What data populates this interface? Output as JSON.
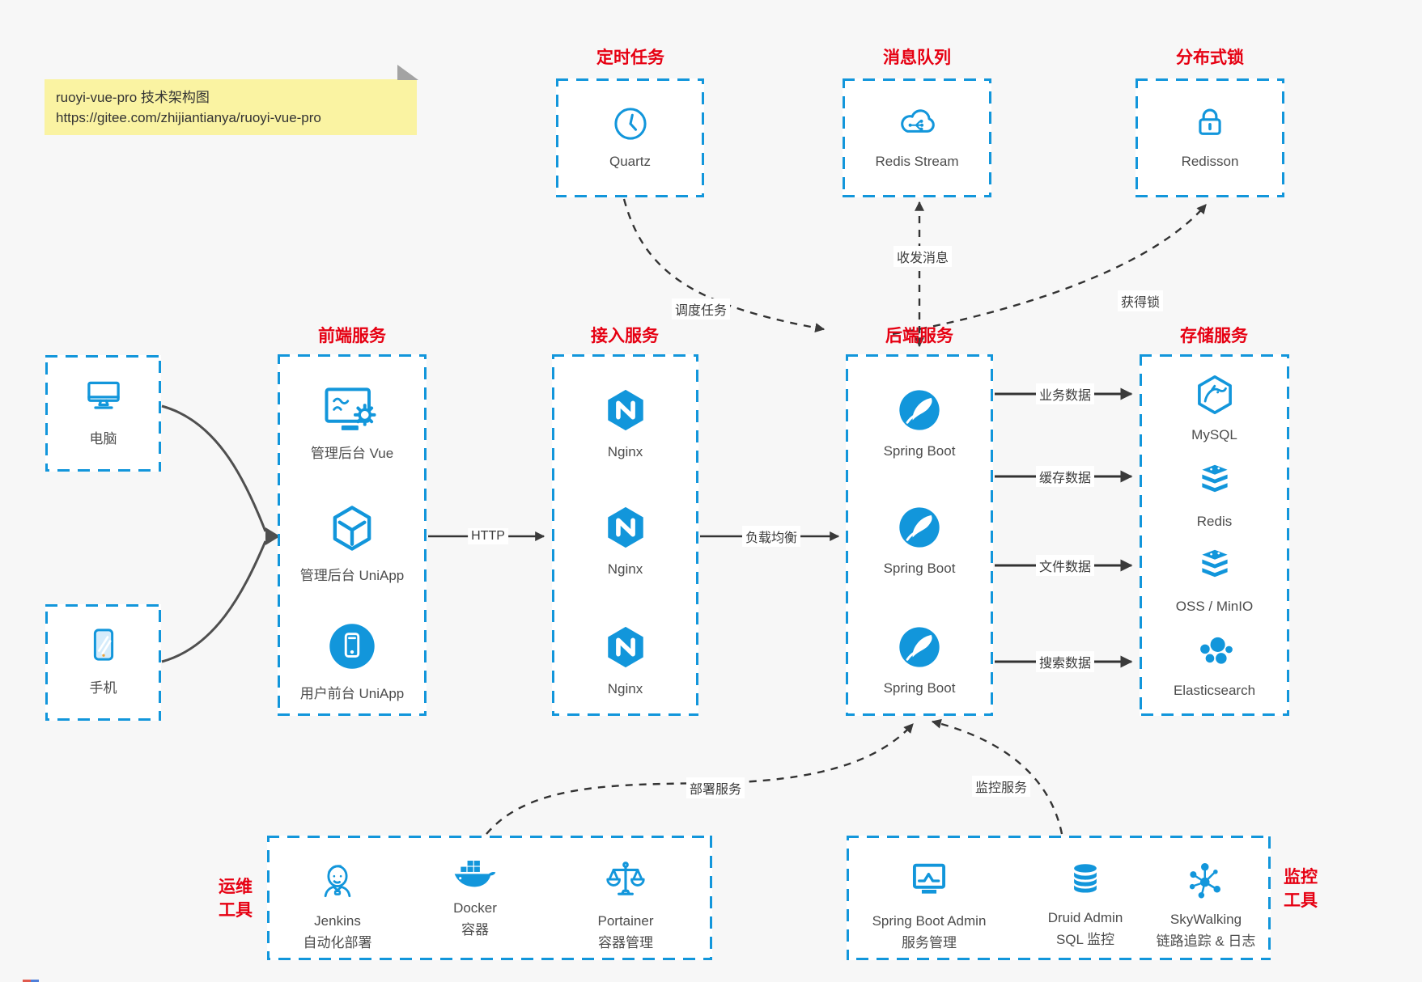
{
  "note": {
    "line1": "ruoyi-vue-pro 技术架构图",
    "line2": "https://gitee.com/zhijiantianya/ruoyi-vue-pro"
  },
  "top_groups": [
    {
      "title": "定时任务",
      "label": "Quartz"
    },
    {
      "title": "消息队列",
      "label": "Redis Stream"
    },
    {
      "title": "分布式锁",
      "label": "Redisson"
    }
  ],
  "clients": [
    {
      "label": "电脑"
    },
    {
      "label": "手机"
    }
  ],
  "columns": [
    {
      "title": "前端服务",
      "items": [
        {
          "label": "管理后台 Vue"
        },
        {
          "label": "管理后台 UniApp"
        },
        {
          "label": "用户前台 UniApp"
        }
      ]
    },
    {
      "title": "接入服务",
      "items": [
        {
          "label": "Nginx"
        },
        {
          "label": "Nginx"
        },
        {
          "label": "Nginx"
        }
      ]
    },
    {
      "title": "后端服务",
      "items": [
        {
          "label": "Spring Boot"
        },
        {
          "label": "Spring Boot"
        },
        {
          "label": "Spring Boot"
        }
      ]
    },
    {
      "title": "存储服务",
      "items": [
        {
          "label": "MySQL"
        },
        {
          "label": "Redis"
        },
        {
          "label": "OSS / MinIO"
        },
        {
          "label": "Elasticsearch"
        }
      ]
    }
  ],
  "bottom_groups": [
    {
      "title": [
        "运维",
        "工具"
      ],
      "items": [
        {
          "name": "Jenkins",
          "desc": "自动化部署"
        },
        {
          "name": "Docker",
          "desc": "容器"
        },
        {
          "name": "Portainer",
          "desc": "容器管理"
        }
      ]
    },
    {
      "title": [
        "监控",
        "工具"
      ],
      "items": [
        {
          "name": "Spring Boot Admin",
          "desc": "服务管理"
        },
        {
          "name": "Druid Admin",
          "desc": "SQL 监控"
        },
        {
          "name": "SkyWalking",
          "desc": "链路追踪 & 日志"
        }
      ]
    }
  ],
  "edge_labels": {
    "http": "HTTP",
    "load_balance": "负载均衡",
    "business_data": "业务数据",
    "cache_data": "缓存数据",
    "file_data": "文件数据",
    "search_data": "搜索数据",
    "schedule": "调度任务",
    "message": "收发消息",
    "lock": "获得锁",
    "deploy": "部署服务",
    "monitor": "监控服务"
  },
  "colors": {
    "accent_blue": "#1296db",
    "title_red": "#e60012"
  }
}
